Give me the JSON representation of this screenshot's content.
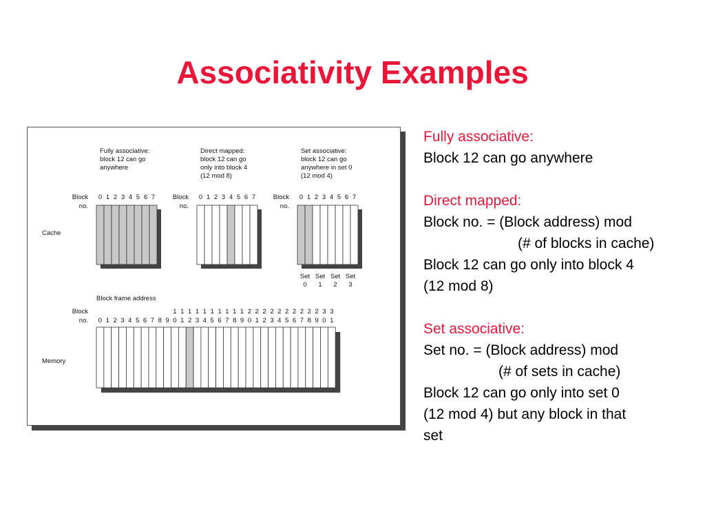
{
  "title": "Associativity Examples",
  "colors": {
    "title": "#e8173a",
    "highlight": "#c8c8c8",
    "shadow": "#444444"
  },
  "diagram": {
    "cache_label": "Cache",
    "memory_label": "Memory",
    "block_label": "Block",
    "no_label": "no.",
    "block_frame_label": "Block frame address",
    "cache_block_numbers": [
      "0",
      "1",
      "2",
      "3",
      "4",
      "5",
      "6",
      "7"
    ],
    "memory_block_count": 32,
    "memory_highlight": 12,
    "memory_tens": [
      "",
      "",
      "",
      "",
      "",
      "",
      "",
      "",
      "",
      "",
      "1",
      "1",
      "1",
      "1",
      "1",
      "1",
      "1",
      "1",
      "1",
      "1",
      "2",
      "2",
      "2",
      "2",
      "2",
      "2",
      "2",
      "2",
      "2",
      "2",
      "3",
      "3"
    ],
    "memory_ones": [
      "0",
      "1",
      "2",
      "3",
      "4",
      "5",
      "6",
      "7",
      "8",
      "9",
      "0",
      "1",
      "2",
      "3",
      "4",
      "5",
      "6",
      "7",
      "8",
      "9",
      "0",
      "1",
      "2",
      "3",
      "4",
      "5",
      "6",
      "7",
      "8",
      "9",
      "0",
      "1"
    ],
    "caches": [
      {
        "caption": [
          "Fully associative:",
          "block 12 can go",
          "anywhere"
        ],
        "highlight": [
          0,
          1,
          2,
          3,
          4,
          5,
          6,
          7
        ]
      },
      {
        "caption": [
          "Direct mapped:",
          "block 12 can go",
          "only into block 4",
          "(12 mod 8)"
        ],
        "highlight": [
          4
        ]
      },
      {
        "caption": [
          "Set associative:",
          "block 12 can go",
          "anywhere in set 0",
          "(12 mod 4)"
        ],
        "highlight": [
          0,
          1
        ]
      }
    ],
    "set_labels": [
      {
        "top": "Set",
        "num": "0"
      },
      {
        "top": "Set",
        "num": "1"
      },
      {
        "top": "Set",
        "num": "2"
      },
      {
        "top": "Set",
        "num": "3"
      }
    ]
  },
  "explanation": {
    "fully_head": "Fully associative:",
    "fully_1": "Block 12 can go anywhere",
    "direct_head": "Direct mapped:",
    "direct_1": "Block no. = (Block address) mod",
    "direct_2": "(# of blocks in cache)",
    "direct_3": "Block 12 can go only into block 4",
    "direct_4": "(12 mod 8)",
    "set_head": "Set associative:",
    "set_1": "Set no. = (Block address) mod",
    "set_2": "(# of sets in cache)",
    "set_3": "Block 12 can go only into set 0",
    "set_4": "(12 mod 4) but any block in that",
    "set_5": "set"
  }
}
